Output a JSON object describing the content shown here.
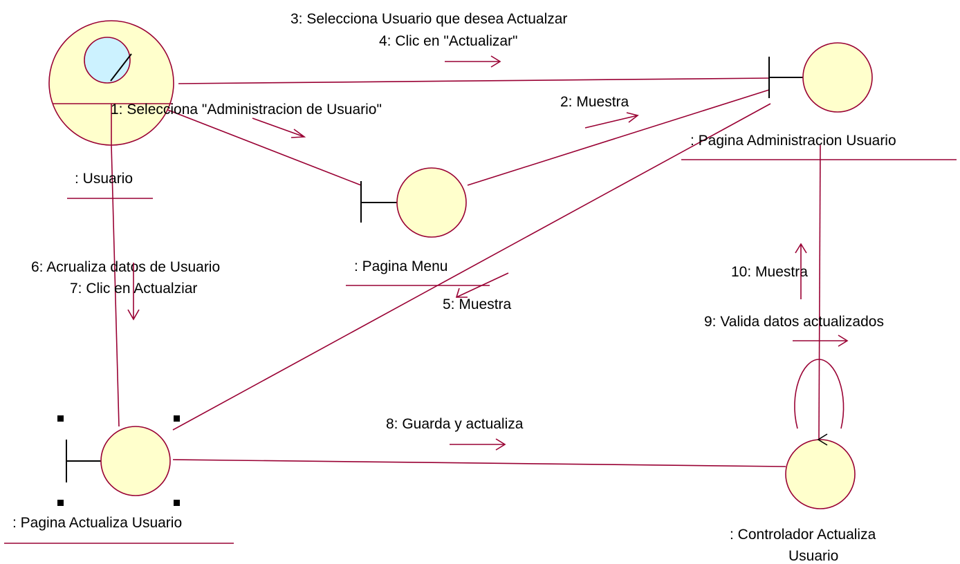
{
  "diagram": {
    "objects": {
      "actor": ": Usuario",
      "menu": ": Pagina Menu",
      "admin": ": Pagina Administracion Usuario",
      "actualiza": ": Pagina Actualiza Usuario",
      "controller_line1": ": Controlador Actualiza",
      "controller_line2": "Usuario"
    },
    "messages": {
      "m1": "1: Selecciona \"Administracion de Usuario\"",
      "m2": "2: Muestra",
      "m3": "3: Selecciona Usuario que desea Actualzar",
      "m4": "4: Clic en \"Actualizar\"",
      "m5": "5: Muestra",
      "m6": "6: Acrualiza datos de Usuario",
      "m7": "7: Clic en Actualziar",
      "m8": "8: Guarda y actualiza",
      "m9": "9: Valida datos actualizados",
      "m10": "10: Muestra"
    },
    "colors": {
      "line": "#990033",
      "object_fill": "#ffffcc",
      "actor_inner_fill": "#ccf2ff"
    }
  }
}
